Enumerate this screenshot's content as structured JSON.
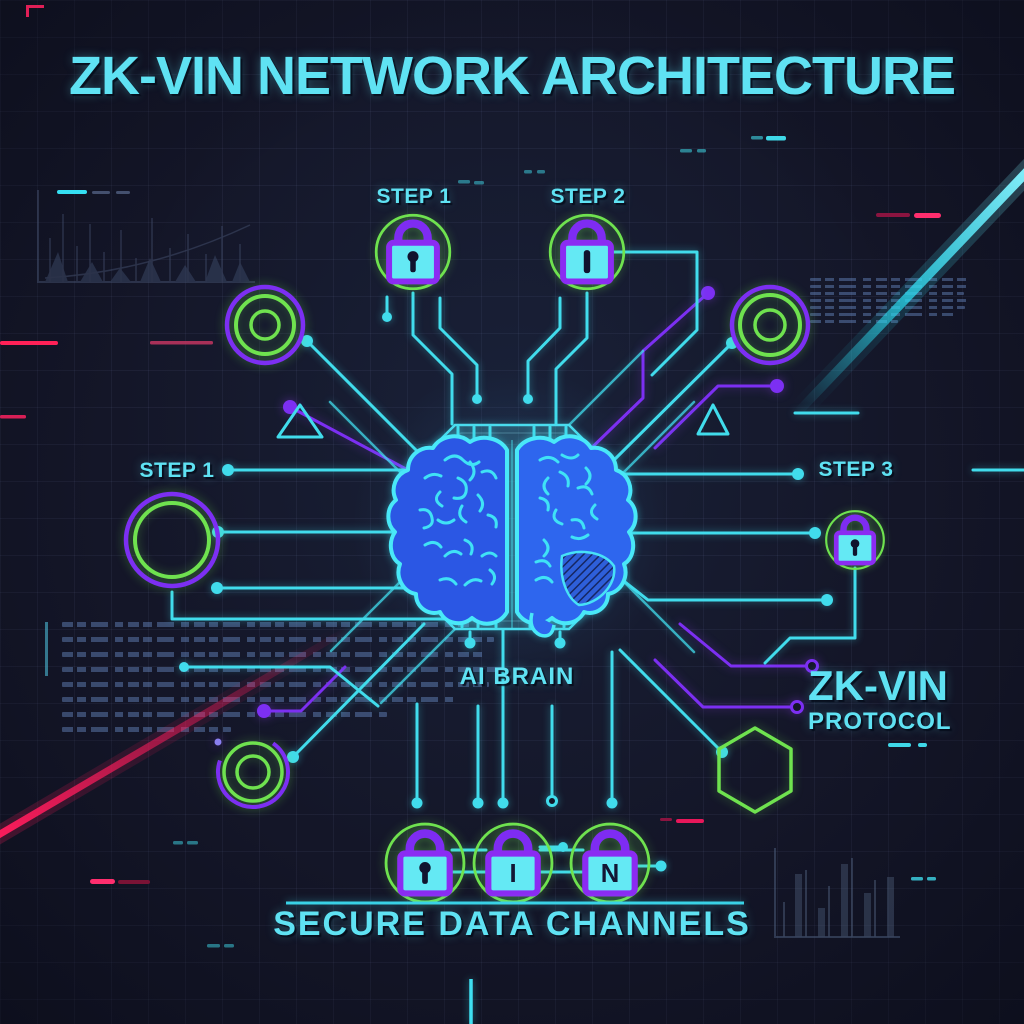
{
  "title": "ZK-VIN NETWORK ARCHITECTURE",
  "nodes": {
    "top_step1": {
      "label": "STEP 1",
      "lock_glyph": "keyhole"
    },
    "top_step2": {
      "label": "STEP 2",
      "lock_glyph": "slit"
    },
    "left_step1": {
      "label": "STEP 1"
    },
    "right_step3": {
      "label": "STEP 3",
      "lock_glyph": "keyhole"
    },
    "center": {
      "label": "AI BRAIN"
    },
    "protocol": {
      "line1": "ZK-VIN",
      "line2": "PROTOCOL"
    },
    "bottom": {
      "label": "SECURE DATA CHANNELS",
      "lock_glyphs": [
        "keyhole",
        "I",
        "N"
      ]
    }
  },
  "icons": [
    "lock-icon",
    "brain-icon",
    "chip-octagon",
    "target-circle-icon",
    "hexagon-icon",
    "triangle-icon"
  ],
  "colors": {
    "background": "#141628",
    "cyan": "#41dcec",
    "green": "#6fe24f",
    "purple": "#7c2ff2",
    "pink": "#ff2158",
    "brain_blue": "#2e5fe8",
    "title_cyan": "#5fe2f3"
  }
}
